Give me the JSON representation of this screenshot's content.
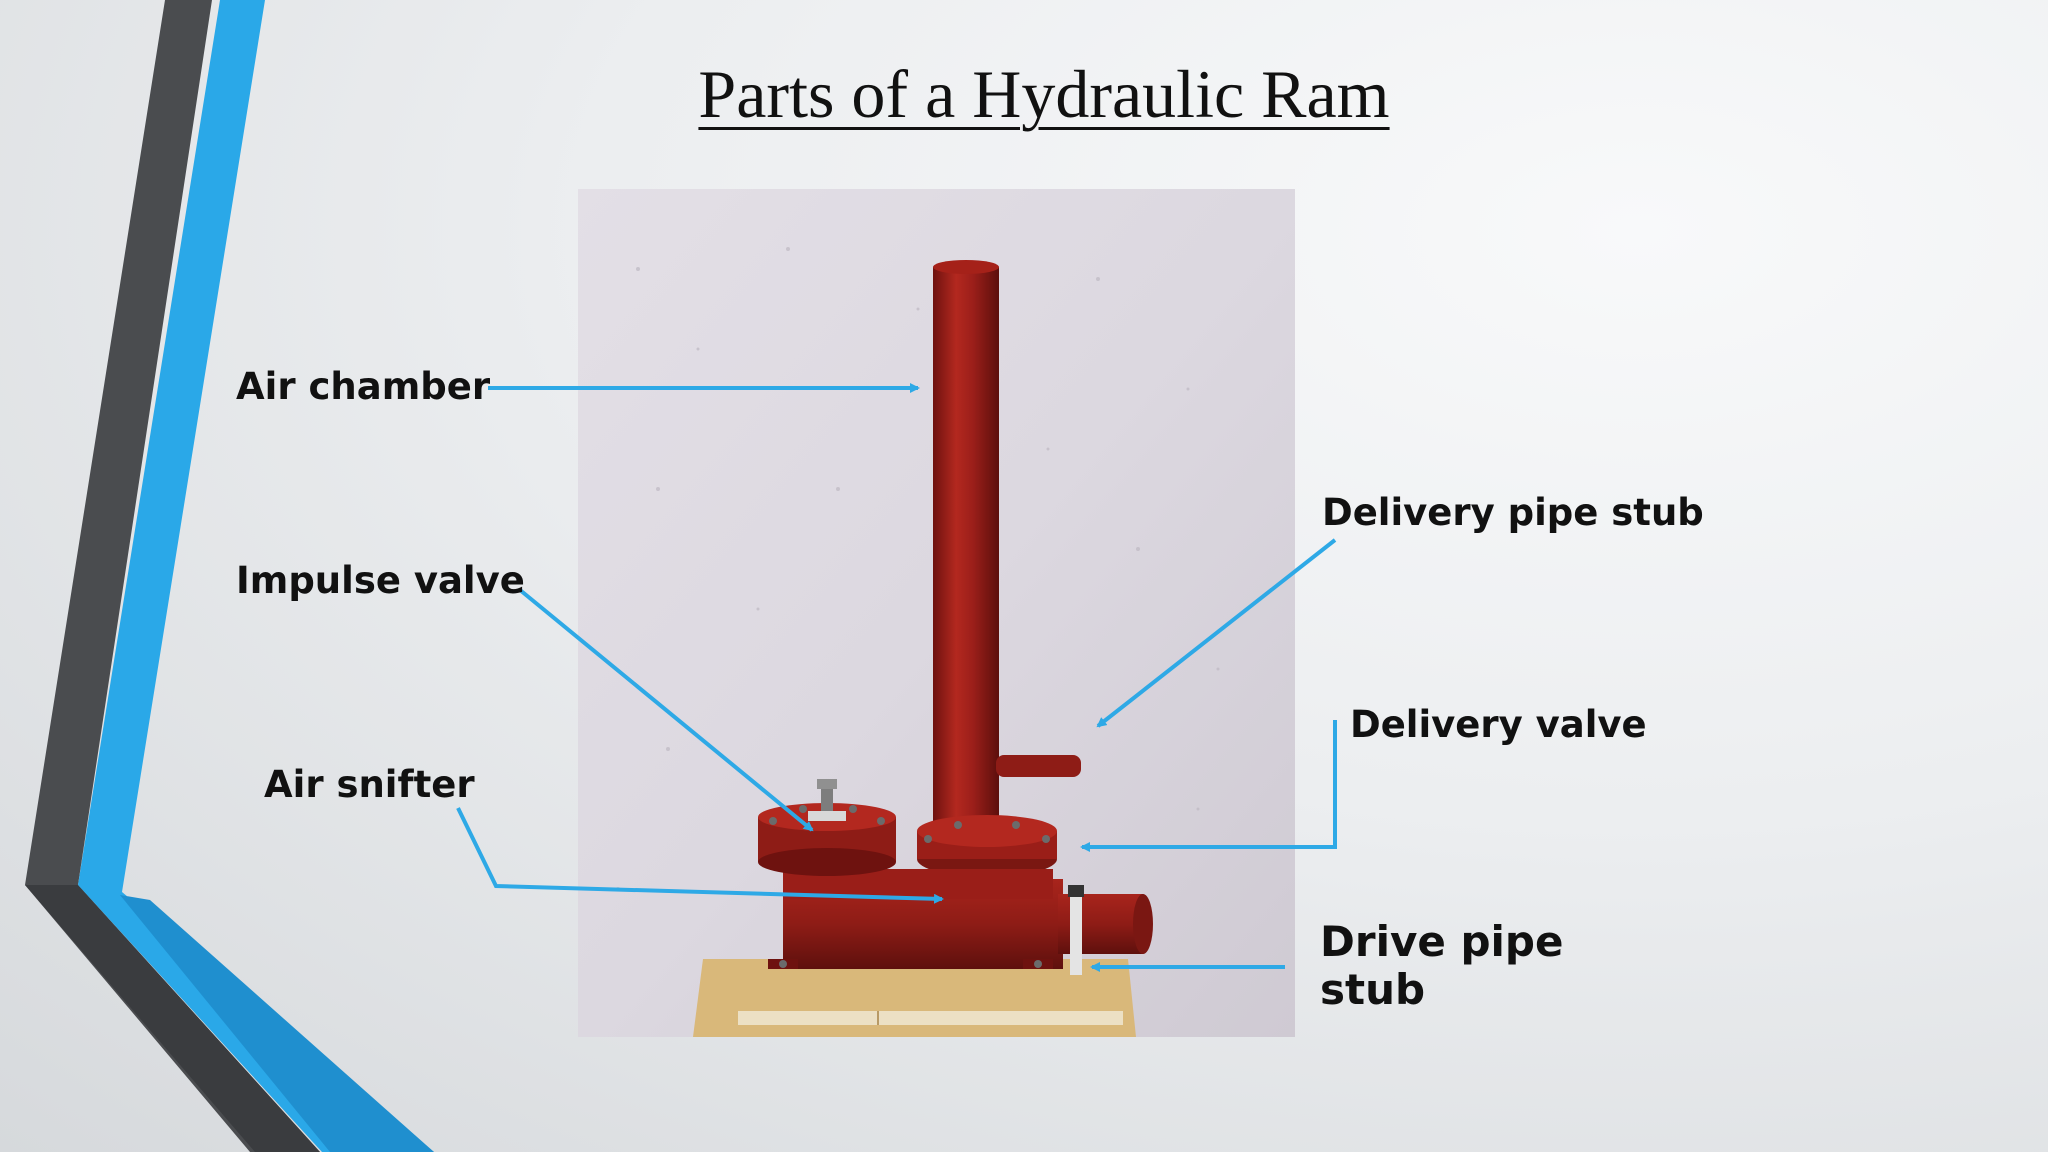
{
  "slide": {
    "title": "Parts of a Hydraulic Ram"
  },
  "labels": {
    "air_chamber": "Air chamber",
    "impulse_valve": "Impulse valve",
    "air_snifter": "Air snifter",
    "delivery_pipe_stub": "Delivery pipe stub",
    "delivery_valve": "Delivery valve",
    "drive_pipe_stub_line1": "Drive pipe",
    "drive_pipe_stub_line2": "stub"
  },
  "colors": {
    "arrow": "#2ea9e6",
    "accent_blue": "#2aa8e8",
    "accent_dark": "#4a4c4f",
    "ram_red": "#9c1f1a"
  }
}
